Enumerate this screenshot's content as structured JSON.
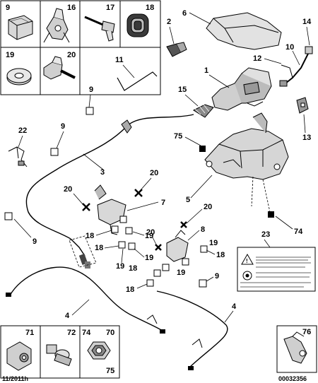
{
  "parts_grid": {
    "top": [
      {
        "ref": "9",
        "icon": "relay-box-icon"
      },
      {
        "ref": "16",
        "icon": "cable-clip-icon"
      },
      {
        "ref": "17",
        "icon": "screw-icon"
      },
      {
        "ref": "18",
        "icon": "grommet-icon"
      },
      {
        "ref": "19",
        "icon": "washer-icon"
      },
      {
        "ref": "20",
        "icon": "flange-bolt-icon"
      }
    ],
    "bottom": [
      {
        "ref": "71",
        "icon": "bracket-nut-icon"
      },
      {
        "ref": "72",
        "icon": "bolt-icon"
      },
      {
        "ref": "74",
        "ref2": "70",
        "ref3": "75",
        "icon": "hex-nut-icon"
      }
    ],
    "corner": {
      "ref": "76",
      "icon": "connector-clip-icon"
    }
  },
  "callouts": {
    "n1": "1",
    "n2": "2",
    "n3": "3",
    "n4a": "4",
    "n4b": "4",
    "n5": "5",
    "n6": "6",
    "n7": "7",
    "n8": "8",
    "n9a": "9",
    "n9b": "9",
    "n9c": "9",
    "n9d": "9",
    "n10": "10",
    "n11": "11",
    "n12": "12",
    "n13": "13",
    "n14": "14",
    "n15": "15",
    "n18a": "18",
    "n18b": "18",
    "n18c": "18",
    "n18d": "18",
    "n19a": "19",
    "n19b": "19",
    "n19c": "19",
    "n19d": "19",
    "n20a": "20",
    "n20b": "20",
    "n20c": "20",
    "n20d": "20",
    "n22": "22",
    "n23": "23",
    "n74": "74",
    "n75": "75"
  },
  "footer": {
    "date": "11/2011h",
    "code": "00032356"
  }
}
